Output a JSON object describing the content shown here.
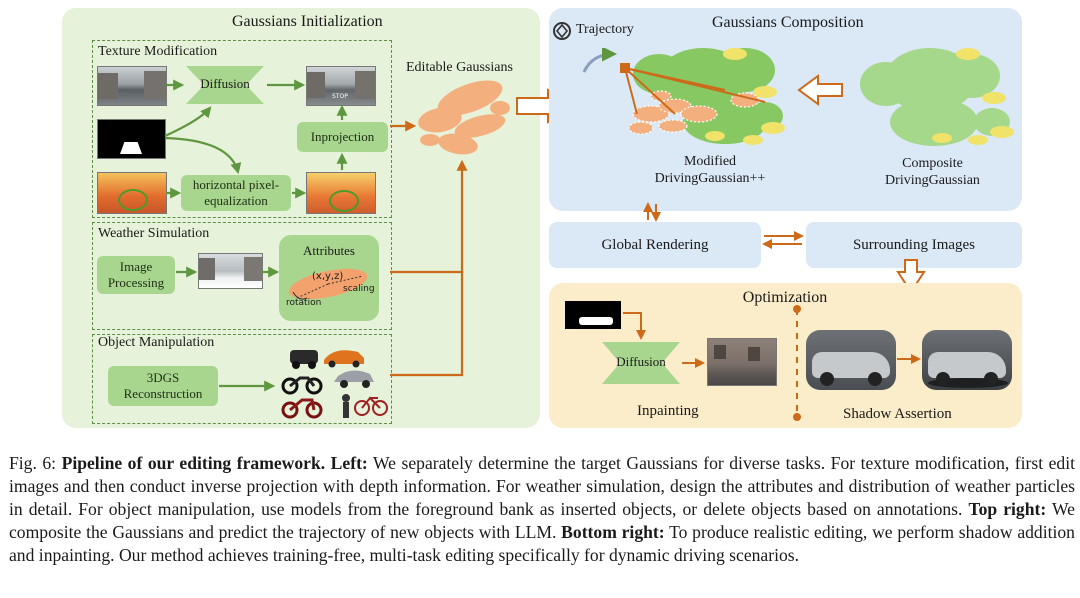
{
  "left": {
    "title": "Gaussians Initialization",
    "texture": {
      "title": "Texture Modification",
      "diffusion": "Diffusion",
      "inprojection": "Inprojection",
      "equalization": "horizontal pixel-\nequalization"
    },
    "weather": {
      "title": "Weather Simulation",
      "image_processing": "Image\nProcessing",
      "attributes": "Attributes",
      "xyz": "(x,y,z)",
      "scaling": "scaling",
      "rotation": "rotation"
    },
    "object": {
      "title": "Object Manipulation",
      "reconstruction": "3DGS\nReconstruction"
    }
  },
  "editable": "Editable Gaussians",
  "composition": {
    "title": "Gaussians Composition",
    "trajectory": "Trajectory",
    "modified": "Modified\nDrivingGaussian++",
    "composite": "Composite\nDrivingGaussian"
  },
  "rendering": {
    "global": "Global Rendering",
    "surrounding": "Surrounding Images"
  },
  "optimization": {
    "title": "Optimization",
    "diffusion": "Diffusion",
    "inpainting": "Inpainting",
    "shadow": "Shadow Assertion"
  },
  "caption": {
    "fig": "Fig. 6:",
    "bold1": "Pipeline of our editing framework. Left:",
    "t1": " We separately determine the target Gaussians for diverse tasks. For texture modification, first edit images and then conduct inverse projection with depth information. For weather simulation, design the attributes and distribution of weather particles in detail. For object manipulation, use models from the foreground bank as inserted objects, or delete objects based on annotations. ",
    "bold2": "Top right:",
    "t2": " We composite the Gaussians and predict the trajectory of new objects with LLM. ",
    "bold3": "Bottom right:",
    "t3": " To produce realistic editing, we perform shadow addition and inpainting. Our method achieves training-free, multi-task editing specifically for dynamic driving scenarios."
  },
  "colors": {
    "left_panel": "#e6f2da",
    "composition_panel": "#dbe8f5",
    "optimization_panel": "#fbedc9",
    "green_box": "#a9d68f",
    "green_arrow": "#5f9640",
    "orange_arrow": "#cc6a1a",
    "gaussian": "#f3b07e"
  }
}
